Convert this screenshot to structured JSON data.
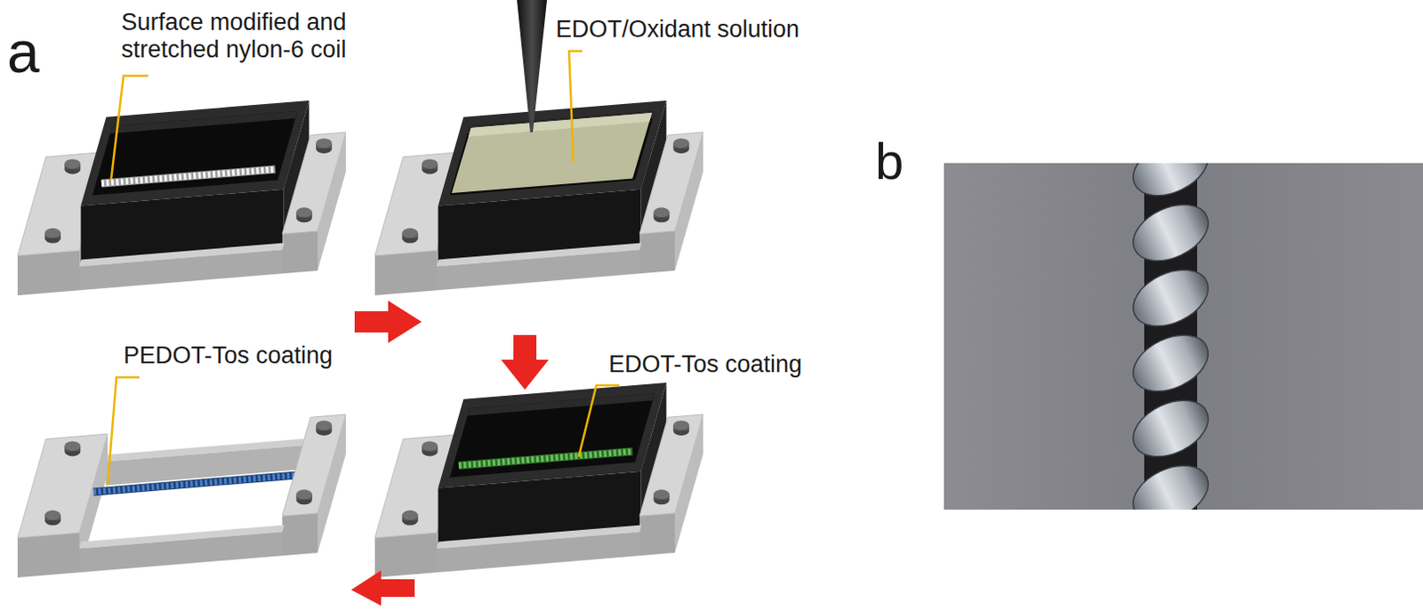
{
  "diagram": {
    "labels": [
      "a",
      "Surface modified and stretched nylon-6 coil",
      "EDOT/Oxidant solution",
      "PEDOT-Tos coating",
      "EDOT-Tos coating",
      "b"
    ]
  }
}
